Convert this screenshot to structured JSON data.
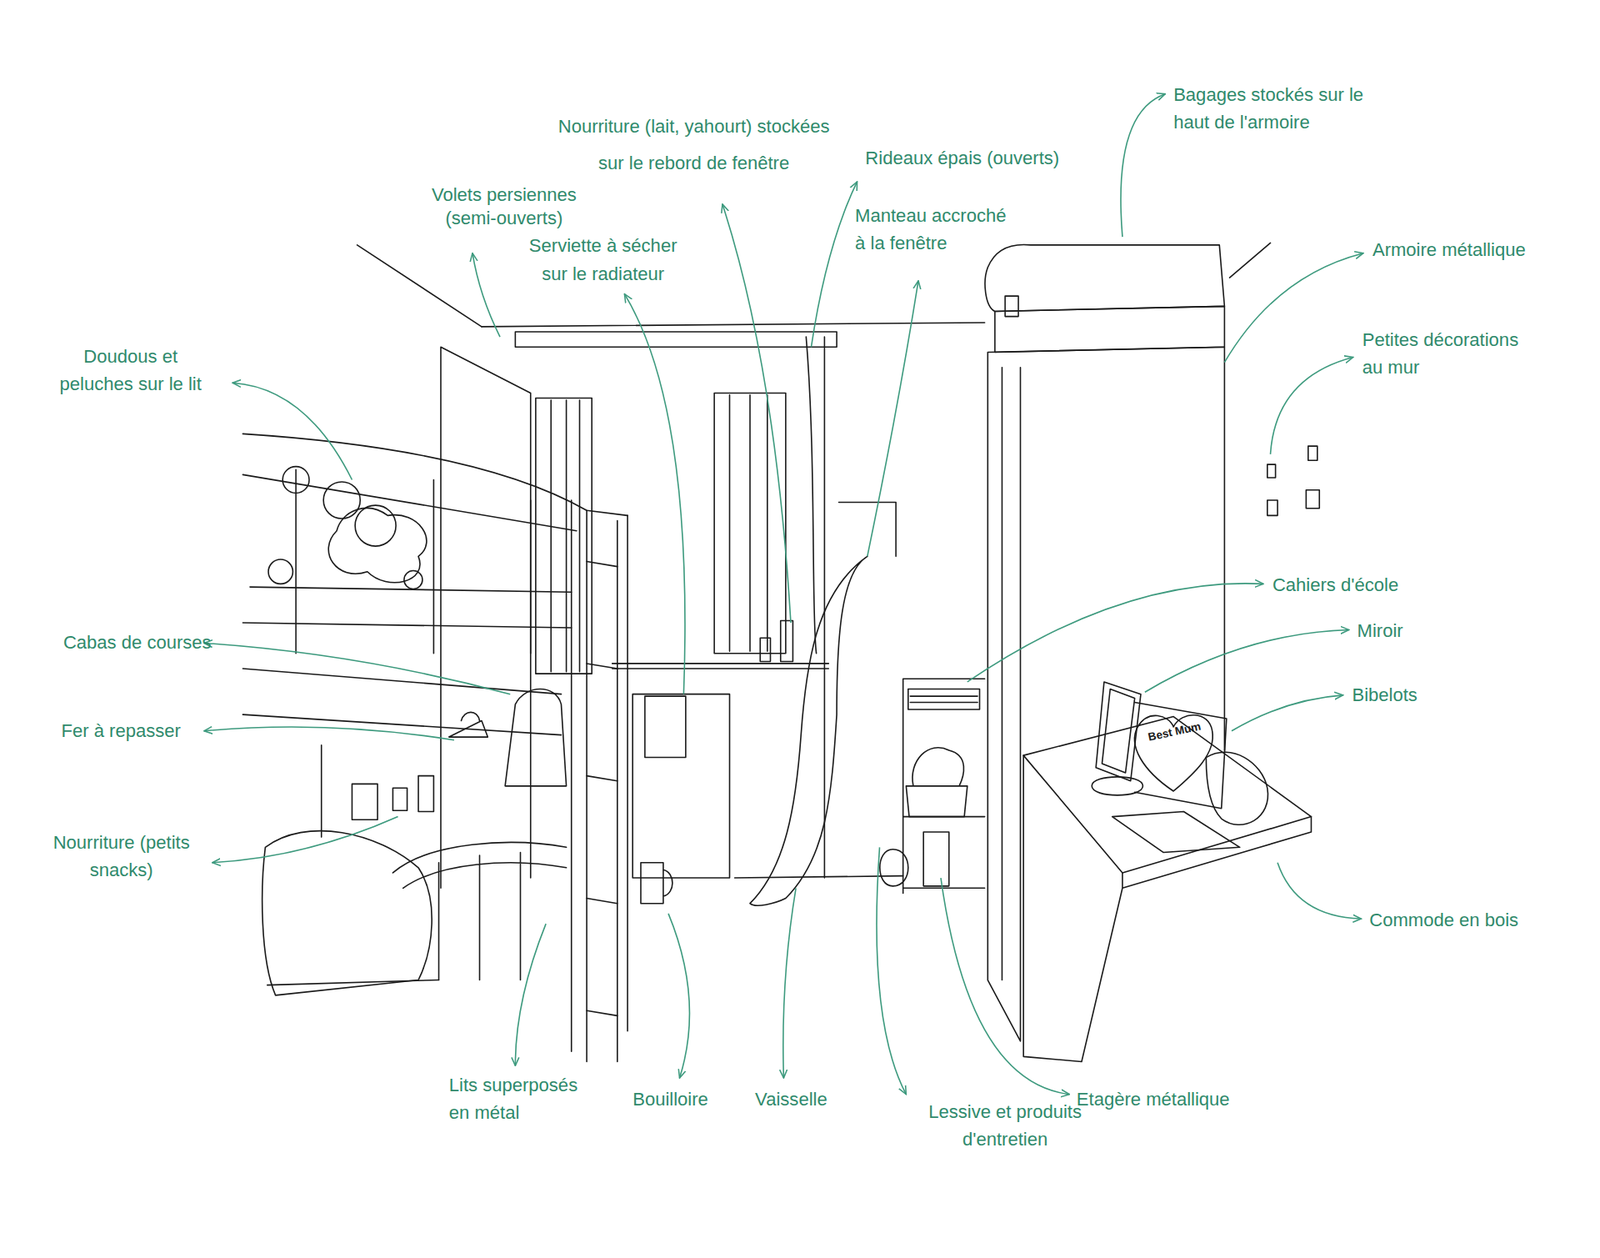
{
  "diagram": {
    "labels": [
      "Nourriture (lait, yahourt) stockées sur le rebord de fenêtre",
      "Rideaux épais (ouverts)",
      "Bagages stockés sur le haut de l'armoire",
      "Volets persiennes (semi-ouverts)",
      "Serviette à sécher sur le radiateur",
      "Manteau accroché à la fenêtre",
      "Armoire métallique",
      "Doudous et peluches sur le lit",
      "Petites décorations au mur",
      "Cahiers d'école",
      "Miroir",
      "Bibelots",
      "Cabas de courses",
      "Fer à repasser",
      "Nourriture (petits snacks)",
      "Commode en bois",
      "Lits superposés en métal",
      "Bouilloire",
      "Vaisselle",
      "Lessive et produits d'entretien",
      "Etagère métallique",
      "Best Mum"
    ]
  }
}
